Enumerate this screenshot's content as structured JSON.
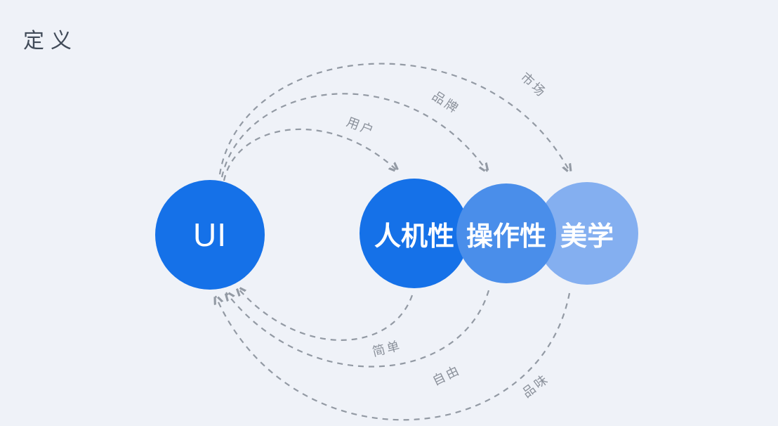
{
  "header": {
    "title": "定义"
  },
  "colors": {
    "background": "#eff2f8",
    "node_primary": "#1571e8",
    "node_secondary": "#4a8eea",
    "node_tertiary": "#84aff0",
    "node_text": "#ffffff",
    "dash_line": "#939aa4",
    "arrowhead": "#7e858f",
    "title_text": "#414b59",
    "arc_label_text": "#8b919b"
  },
  "diagram": {
    "source_node": {
      "label": "UI"
    },
    "target_nodes": [
      {
        "label": "人机性"
      },
      {
        "label": "操作性"
      },
      {
        "label": "美学"
      }
    ],
    "top_arcs": [
      {
        "label": "用户",
        "from": "UI",
        "to": "人机性"
      },
      {
        "label": "品牌",
        "from": "UI",
        "to": "操作性"
      },
      {
        "label": "市场",
        "from": "UI",
        "to": "美学"
      }
    ],
    "bottom_arcs": [
      {
        "label": "简单",
        "from": "人机性",
        "to": "UI"
      },
      {
        "label": "自由",
        "from": "操作性",
        "to": "UI"
      },
      {
        "label": "品味",
        "from": "美学",
        "to": "UI"
      }
    ]
  }
}
